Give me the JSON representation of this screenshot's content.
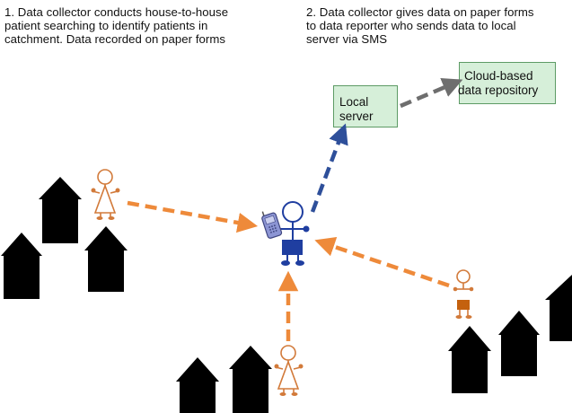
{
  "steps": {
    "step1": "1. Data collector conducts house-to-house\npatient searching to identify patients in\ncatchment. Data recorded on paper forms",
    "step2": "2. Data collector gives data on paper forms\nto data reporter who sends data to local\nserver via SMS"
  },
  "nodes": {
    "local_server": {
      "line1": "Local",
      "line2": "server"
    },
    "cloud": {
      "line1": "Cloud-based",
      "line2": "data repository"
    }
  },
  "colors": {
    "orange_arrow": "#ee8a3a",
    "blue_arrow": "#2e4f9a",
    "gray_arrow": "#6e6e6e",
    "box_fill": "#d6efd9",
    "box_border": "#5d9b65",
    "collector_outline": "#d27a3a",
    "reporter": "#1f3ea0",
    "house": "#000000"
  },
  "icons": [
    "house-icon",
    "data-collector-icon",
    "data-reporter-icon",
    "mobile-phone-icon"
  ]
}
